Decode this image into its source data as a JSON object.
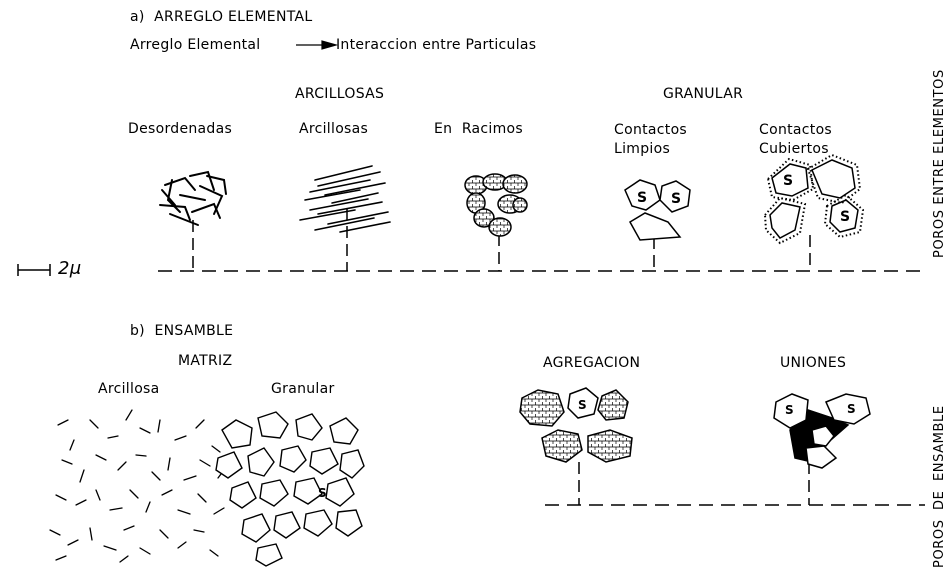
{
  "section_a": {
    "title": "a)  ARREGLO ELEMENTAL",
    "legend_left": "Arreglo Elemental",
    "legend_right": "Interaccion entre Particulas",
    "group_arcillosas": "ARCILLOSAS",
    "group_granular": "GRANULAR",
    "labels": [
      "Desordenadas",
      "Arcillosas",
      "En  Racimos",
      "Contactos\nLimpios",
      "Contactos\nCubiertos"
    ],
    "side_label": "POROS ENTRE ELEMENTOS"
  },
  "scale": {
    "label": "2μ"
  },
  "section_b": {
    "title": "b)  ENSAMBLE",
    "matriz": "MATRIZ",
    "arcillosa": "Arcillosa",
    "granular": "Granular",
    "agregacion": "AGREGACION",
    "uniones": "UNIONES",
    "side_label": "POROS  DE  ENSAMBLE"
  },
  "particle_letter": "S"
}
